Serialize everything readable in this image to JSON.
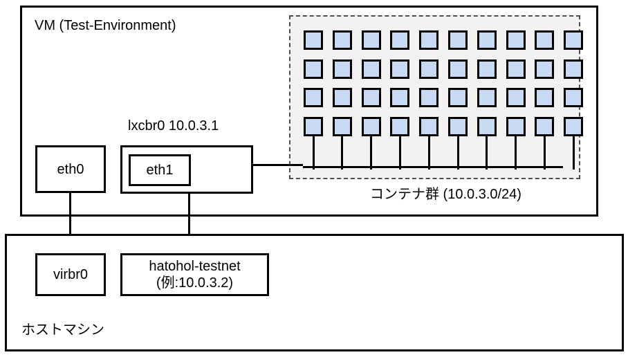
{
  "diagram": {
    "vm": {
      "title": "VM (Test-Environment)",
      "eth0_label": "eth0",
      "lxcbr0_title": "lxcbr0 10.0.3.1",
      "eth1_label": "eth1"
    },
    "container_group": {
      "caption": "コンテナ群 (10.0.3.0/24)",
      "rows": 4,
      "columns": 10,
      "total": 40,
      "cell_color": "#c7d9f3",
      "cell_border_color": "#000000",
      "group_fill": "#f2f2f2",
      "group_border_style": "dashed"
    },
    "host": {
      "title": "ホストマシン",
      "virbr0_label": "virbr0",
      "testnet_label": "hatohol-testnet\n(例:10.0.3.2)"
    },
    "connections": [
      {
        "from": "eth0",
        "to": "virbr0"
      },
      {
        "from": "lxcbr0",
        "to": "hatohol-testnet"
      },
      {
        "from": "lxcbr0",
        "to": "container-bus"
      }
    ]
  }
}
